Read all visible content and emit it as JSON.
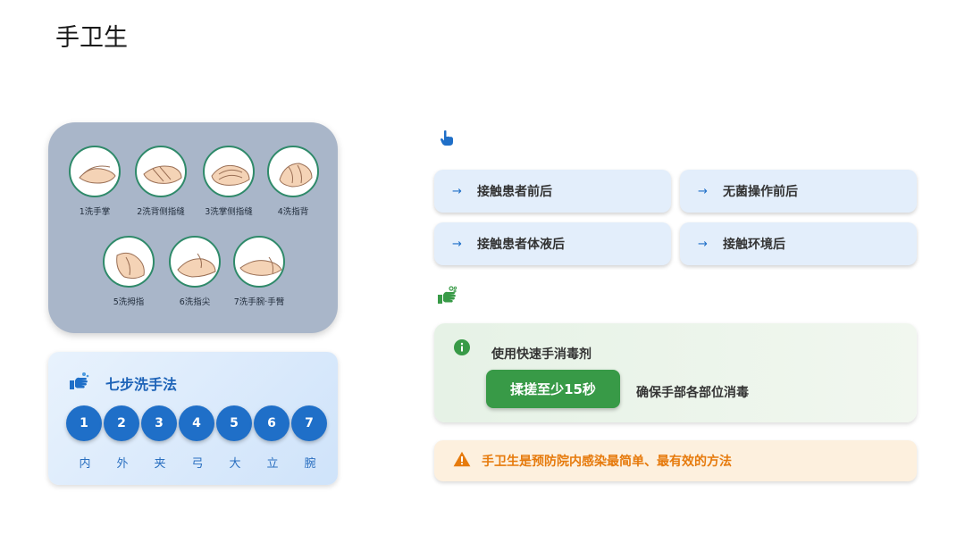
{
  "page": {
    "title": "手卫生"
  },
  "wash_steps": [
    {
      "caption": "1洗手掌"
    },
    {
      "caption": "2洗背侧指缝"
    },
    {
      "caption": "3洗掌侧指缝"
    },
    {
      "caption": "4洗指背"
    },
    {
      "caption": "5洗拇指"
    },
    {
      "caption": "6洗指尖"
    },
    {
      "caption": "7洗手腕·手臂"
    }
  ],
  "seven_steps": {
    "title": "七步洗手法",
    "numbers": [
      "1",
      "2",
      "3",
      "4",
      "5",
      "6",
      "7"
    ],
    "keywords": [
      "内",
      "外",
      "夹",
      "弓",
      "大",
      "立",
      "腕"
    ]
  },
  "moments": {
    "arrow": "→",
    "items": [
      "接触患者前后",
      "无菌操作前后",
      "接触患者体液后",
      "接触环境后"
    ]
  },
  "sanitizer": {
    "title": "使用快速手消毒剂",
    "button": "揉搓至少15秒",
    "note": "确保手部各部位消毒"
  },
  "warning": {
    "text": "手卫生是预防院内感染最简单、最有效的方法"
  },
  "colors": {
    "primary_blue": "#1f6fc8",
    "green": "#389a47",
    "warning_orange": "#e67a0c",
    "panel_gray_blue": "#a9b6c9"
  },
  "icons": {
    "touch": "pointing-hand-icon",
    "wash": "hand-wash-icon",
    "info": "info-icon",
    "warning": "warning-icon"
  }
}
